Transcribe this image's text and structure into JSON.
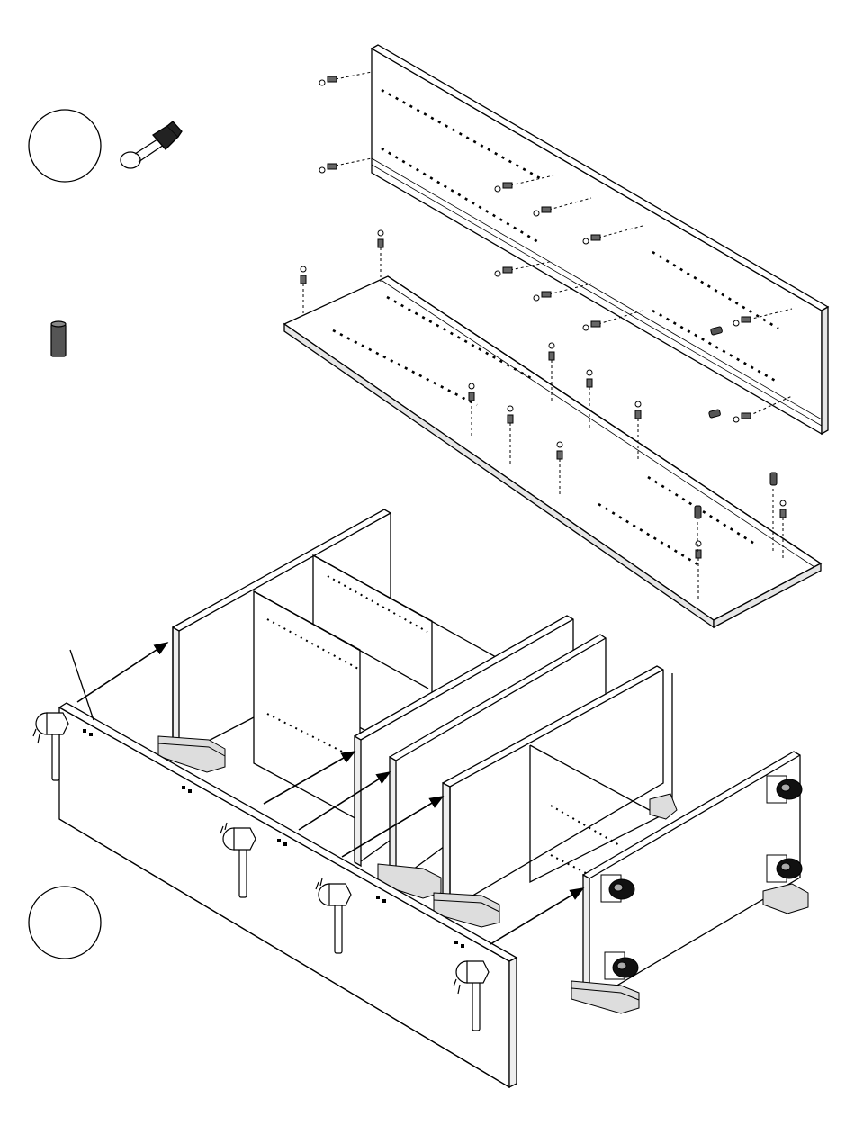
{
  "figure": {
    "type": "assembly-instruction-diagram",
    "style": "black line art on white, no text",
    "colors": {
      "line": "#000000",
      "background": "#ffffff",
      "board_edge": "#cccccc",
      "foam_pad": "#dddddd",
      "dowel": "#555555",
      "screw_head": "#666666"
    }
  },
  "step_markers": [
    {
      "id": "step-marker-top"
    },
    {
      "id": "step-marker-bottom"
    }
  ],
  "parts_legend": [
    {
      "item": "cam-bolt-screw",
      "icon": "cam-screw-icon"
    },
    {
      "item": "wooden-dowel",
      "icon": "dowel-icon"
    }
  ],
  "panels": [
    {
      "name": "back-rail-panel"
    },
    {
      "name": "bottom-shelf-panel"
    },
    {
      "name": "long-front-rail-panel"
    },
    {
      "name": "left-end-panel"
    },
    {
      "name": "divider-panel"
    },
    {
      "name": "divider-panel"
    },
    {
      "name": "divider-panel"
    },
    {
      "name": "right-end-panel"
    }
  ],
  "hardware": {
    "casters": 4,
    "hammers": 4
  }
}
